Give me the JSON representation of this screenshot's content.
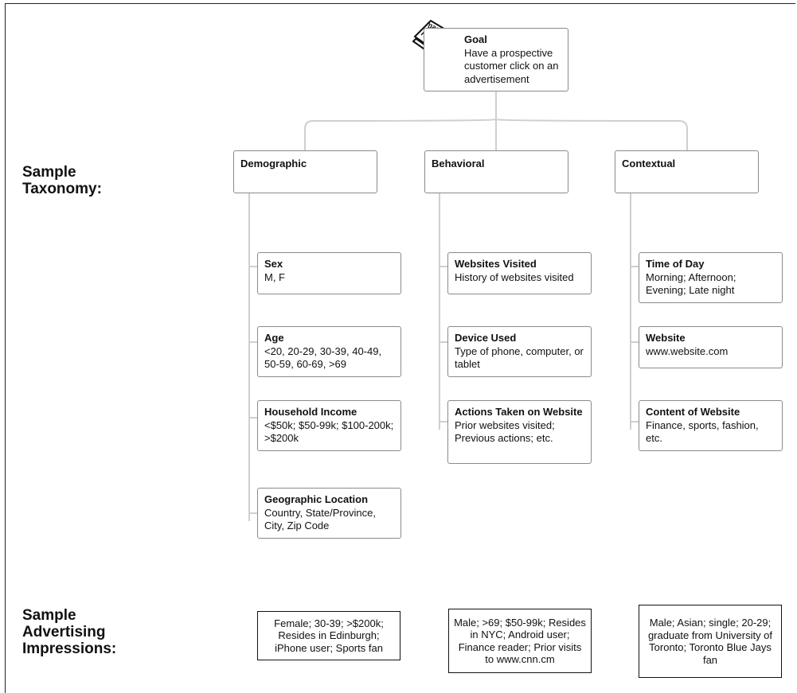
{
  "goal": {
    "title": "Goal",
    "text": "Have a prospective customer click on an advertisement",
    "icon": "magazine-icon",
    "icon_text": "mag"
  },
  "labels": {
    "taxonomy": [
      "Sample",
      "Taxonomy:"
    ],
    "impressions": [
      "Sample",
      "Advertising",
      "Impressions:"
    ]
  },
  "categories": [
    {
      "title": "Demographic",
      "items": [
        {
          "title": "Sex",
          "body": "M, F"
        },
        {
          "title": "Age",
          "body": "<20, 20-29, 30-39, 40-49, 50-59, 60-69, >69"
        },
        {
          "title": "Household Income",
          "body": "<$50k; $50-99k; $100-200k; >$200k"
        },
        {
          "title": "Geographic Location",
          "body": "Country, State/Province, City, Zip Code"
        }
      ]
    },
    {
      "title": "Behavioral",
      "items": [
        {
          "title": "Websites Visited",
          "body": "History of websites visited"
        },
        {
          "title": "Device Used",
          "body": "Type of phone, computer, or tablet"
        },
        {
          "title": "Actions Taken on Website",
          "body": "Prior websites visited; Previous actions; etc."
        }
      ]
    },
    {
      "title": "Contextual",
      "items": [
        {
          "title": "Time of Day",
          "body": "Morning; Afternoon; Evening; Late night"
        },
        {
          "title": "Website",
          "body": "www.website.com"
        },
        {
          "title": "Content of Website",
          "body": "Finance, sports, fashion, etc."
        }
      ]
    }
  ],
  "impressions": [
    "Female; 30-39; >$200k; Resides in Edinburgh; iPhone user; Sports fan",
    "Male; >69; $50-99k; Resides in NYC; Android user; Finance reader; Prior visits to www.cnn.cm",
    "Male; Asian; single; 20-29; graduate from University of Toronto; Toronto Blue Jays fan"
  ],
  "colors": {
    "connector": "#cfcfcf",
    "box_border": "#8a8a8a",
    "impression_border": "#111111"
  }
}
